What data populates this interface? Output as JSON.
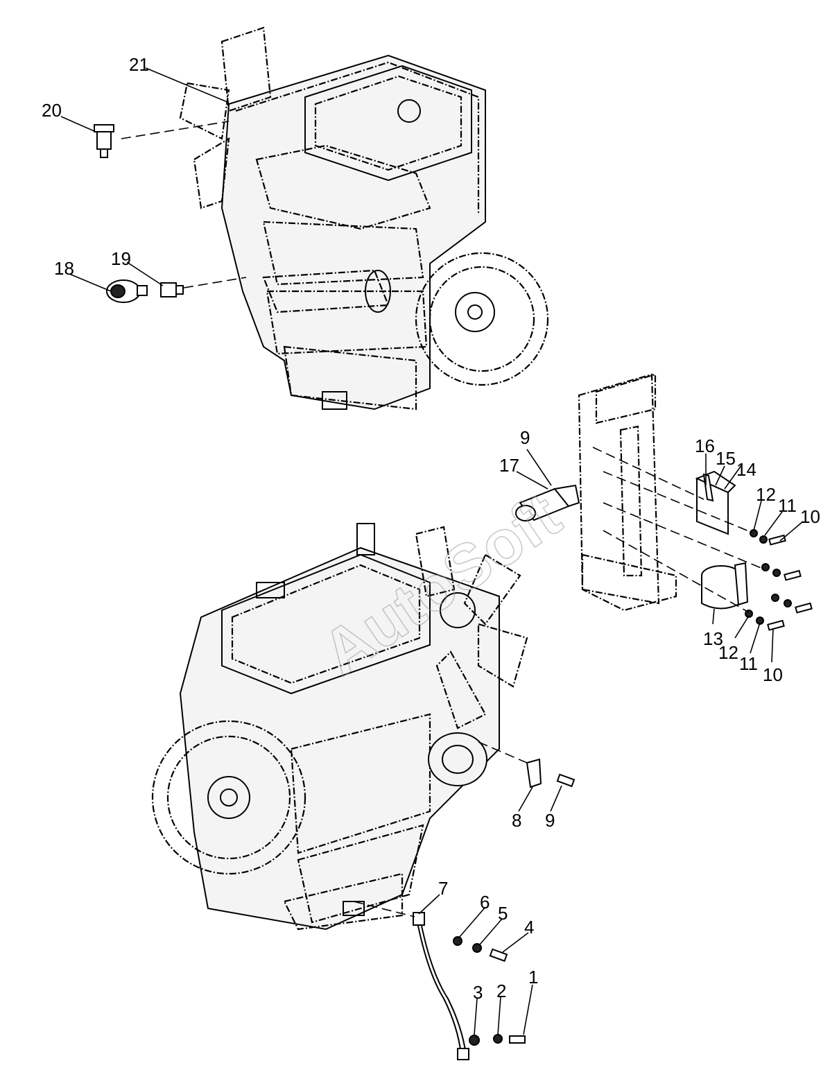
{
  "diagram": {
    "watermark": "AutoSoft",
    "callouts": [
      {
        "id": "c21",
        "label": "21"
      },
      {
        "id": "c20",
        "label": "20"
      },
      {
        "id": "c19",
        "label": "19"
      },
      {
        "id": "c18",
        "label": "18"
      },
      {
        "id": "c17",
        "label": "17"
      },
      {
        "id": "c16",
        "label": "16"
      },
      {
        "id": "c15",
        "label": "15"
      },
      {
        "id": "c14",
        "label": "14"
      },
      {
        "id": "c13",
        "label": "13"
      },
      {
        "id": "c12a",
        "label": "12"
      },
      {
        "id": "c12b",
        "label": "12"
      },
      {
        "id": "c11a",
        "label": "11"
      },
      {
        "id": "c11b",
        "label": "11"
      },
      {
        "id": "c10a",
        "label": "10"
      },
      {
        "id": "c10b",
        "label": "10"
      },
      {
        "id": "c9a",
        "label": "9"
      },
      {
        "id": "c9b",
        "label": "9"
      },
      {
        "id": "c8",
        "label": "8"
      },
      {
        "id": "c7",
        "label": "7"
      },
      {
        "id": "c6",
        "label": "6"
      },
      {
        "id": "c5",
        "label": "5"
      },
      {
        "id": "c4",
        "label": "4"
      },
      {
        "id": "c3",
        "label": "3"
      },
      {
        "id": "c2",
        "label": "2"
      },
      {
        "id": "c1",
        "label": "1"
      }
    ]
  }
}
